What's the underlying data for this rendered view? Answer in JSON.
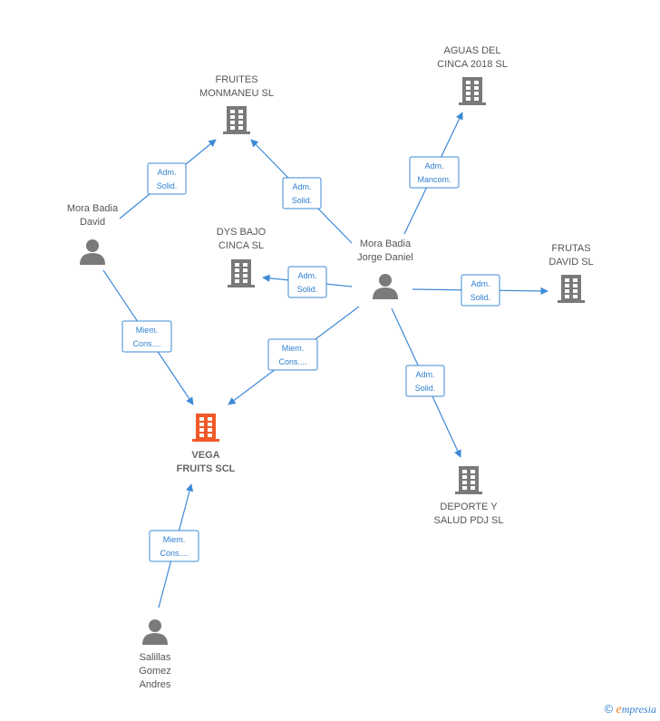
{
  "colors": {
    "company": "#7a7a7a",
    "focus": "#f05a28",
    "person": "#7a7a7a",
    "edge": "#3d8ad6"
  },
  "nodes": {
    "fruites": {
      "type": "company",
      "lines": [
        "FRUITES",
        "MONMANEU SL"
      ]
    },
    "aguas": {
      "type": "company",
      "lines": [
        "AGUAS DEL",
        "CINCA 2018  SL"
      ]
    },
    "dys": {
      "type": "company",
      "lines": [
        "DYS BAJO",
        "CINCA  SL"
      ]
    },
    "frutas": {
      "type": "company",
      "lines": [
        "FRUTAS",
        "DAVID SL"
      ]
    },
    "deporte": {
      "type": "company",
      "lines": [
        "DEPORTE Y",
        "SALUD PDJ  SL"
      ]
    },
    "vega": {
      "type": "focus",
      "lines": [
        "VEGA",
        "FRUITS SCL"
      ]
    },
    "david": {
      "type": "person",
      "lines": [
        "Mora Badia",
        "David"
      ]
    },
    "jorge": {
      "type": "person",
      "lines": [
        "Mora Badia",
        "Jorge Daniel"
      ]
    },
    "salillas": {
      "type": "person",
      "lines": [
        "Salillas",
        "Gomez",
        "Andres"
      ]
    }
  },
  "edges": [
    {
      "from": "david",
      "to": "fruites",
      "lines": [
        "Adm.",
        "Solid."
      ]
    },
    {
      "from": "david",
      "to": "vega",
      "lines": [
        "Miem.",
        "Cons...."
      ]
    },
    {
      "from": "jorge",
      "to": "fruites",
      "lines": [
        "Adm.",
        "Solid."
      ]
    },
    {
      "from": "jorge",
      "to": "aguas",
      "lines": [
        "Adm.",
        "Mancom."
      ]
    },
    {
      "from": "jorge",
      "to": "dys",
      "lines": [
        "Adm.",
        "Solid."
      ]
    },
    {
      "from": "jorge",
      "to": "frutas",
      "lines": [
        "Adm.",
        "Solid."
      ]
    },
    {
      "from": "jorge",
      "to": "vega",
      "lines": [
        "Miem.",
        "Cons...."
      ]
    },
    {
      "from": "jorge",
      "to": "deporte",
      "lines": [
        "Adm.",
        "Solid."
      ]
    },
    {
      "from": "salillas",
      "to": "vega",
      "lines": [
        "Miem.",
        "Cons...."
      ]
    }
  ],
  "credit": {
    "symbol": "©",
    "brand_initial": "e",
    "brand_rest": "mpresia"
  }
}
